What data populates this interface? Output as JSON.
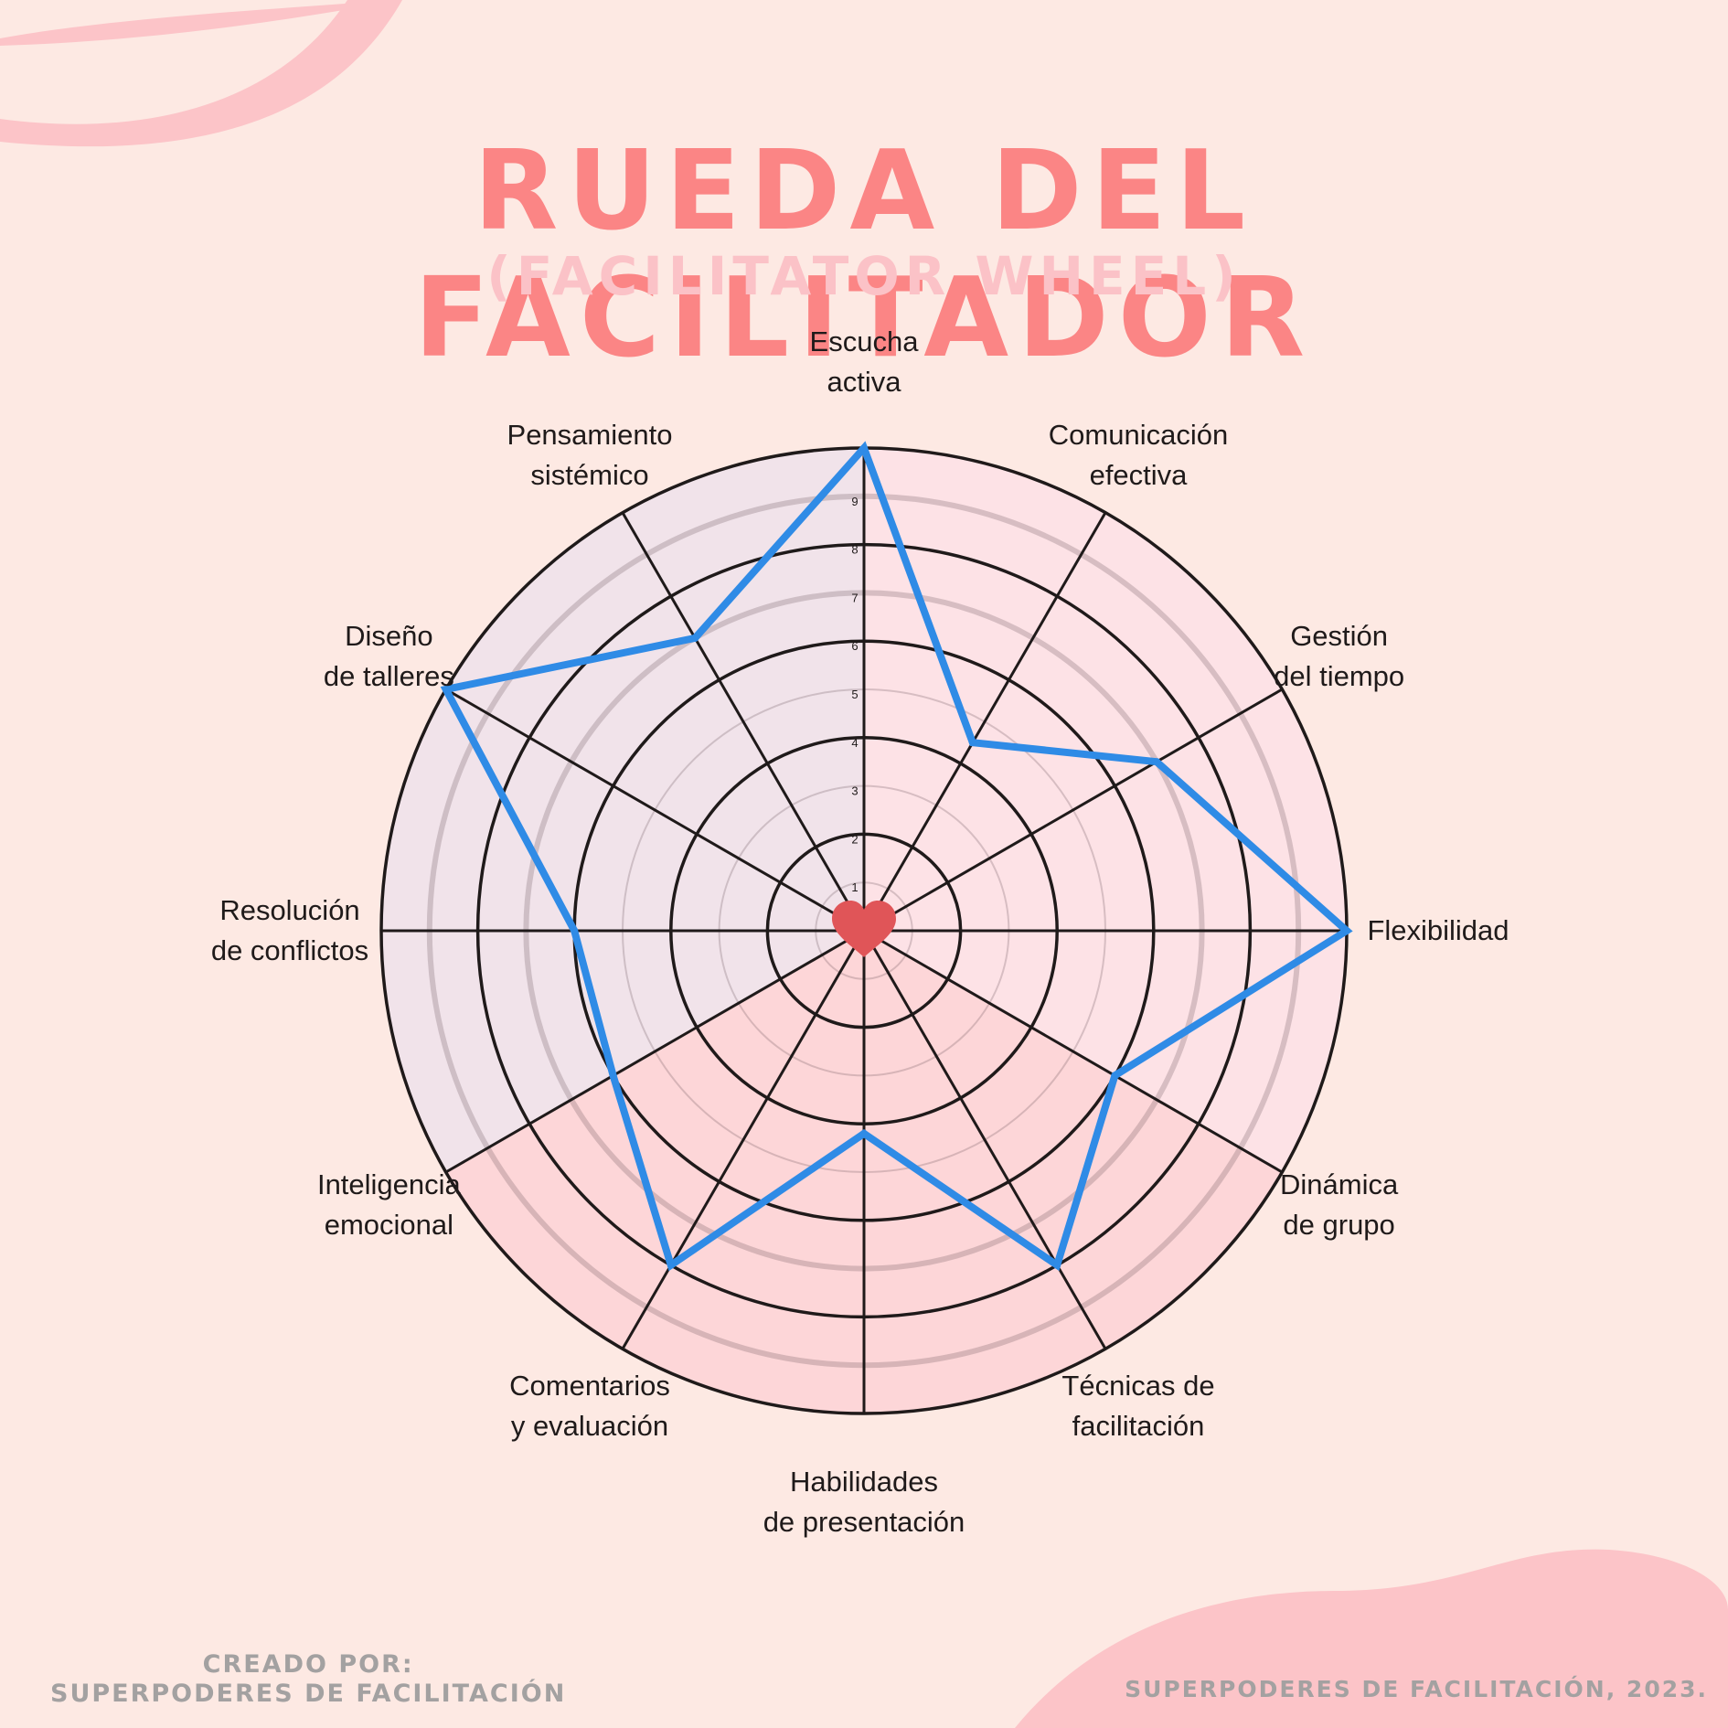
{
  "title": "RUEDA DEL FACILITADOR",
  "subtitle": "(FACILITATOR WHEEL)",
  "footer": {
    "credit_label": "CREADO POR:",
    "credit_name": "SUPERPODERES DE FACILITACIÓN",
    "copyright": "SUPERPODERES DE FACILITACIÓN, 2023."
  },
  "colors": {
    "background": "#fde9e3",
    "title": "#fb8585",
    "subtitle": "#fbc2c7",
    "series_line": "#2f8be6",
    "heart": "#e05558",
    "grid_line": "#1f1a1a",
    "sector_lavender": "#f1e3ea",
    "sector_pink": "#fde2e6",
    "sector_rose": "#fdd6d8",
    "decor_wave": "#fcc4c8"
  },
  "chart_data": {
    "type": "radar",
    "center_icon": "heart-icon",
    "r_range": [
      0,
      10
    ],
    "tick_labels": [
      "1",
      "2",
      "3",
      "4",
      "5",
      "6",
      "7",
      "8",
      "9"
    ],
    "categories": [
      [
        "Escucha",
        "activa"
      ],
      [
        "Comunicación",
        "efectiva"
      ],
      [
        "Gestión",
        "del tiempo"
      ],
      [
        "Flexibilidad"
      ],
      [
        "Dinámica",
        "de grupo"
      ],
      [
        "Técnicas de",
        "facilitación"
      ],
      [
        "Habilidades",
        "de presentación"
      ],
      [
        "Comentarios",
        "y evaluación"
      ],
      [
        "Inteligencia",
        "emocional"
      ],
      [
        "Resolución",
        "de conflictos"
      ],
      [
        "Diseño",
        "de talleres"
      ],
      [
        "Pensamiento",
        "sistémico"
      ]
    ],
    "values": [
      10,
      4.5,
      7,
      10,
      6,
      8,
      4.2,
      8,
      6,
      6,
      10,
      7
    ],
    "sector_groups": [
      {
        "color": "pink",
        "from": 0,
        "to": 4
      },
      {
        "color": "rose",
        "from": 4,
        "to": 8
      },
      {
        "color": "lavender",
        "from": 8,
        "to": 12
      }
    ]
  }
}
